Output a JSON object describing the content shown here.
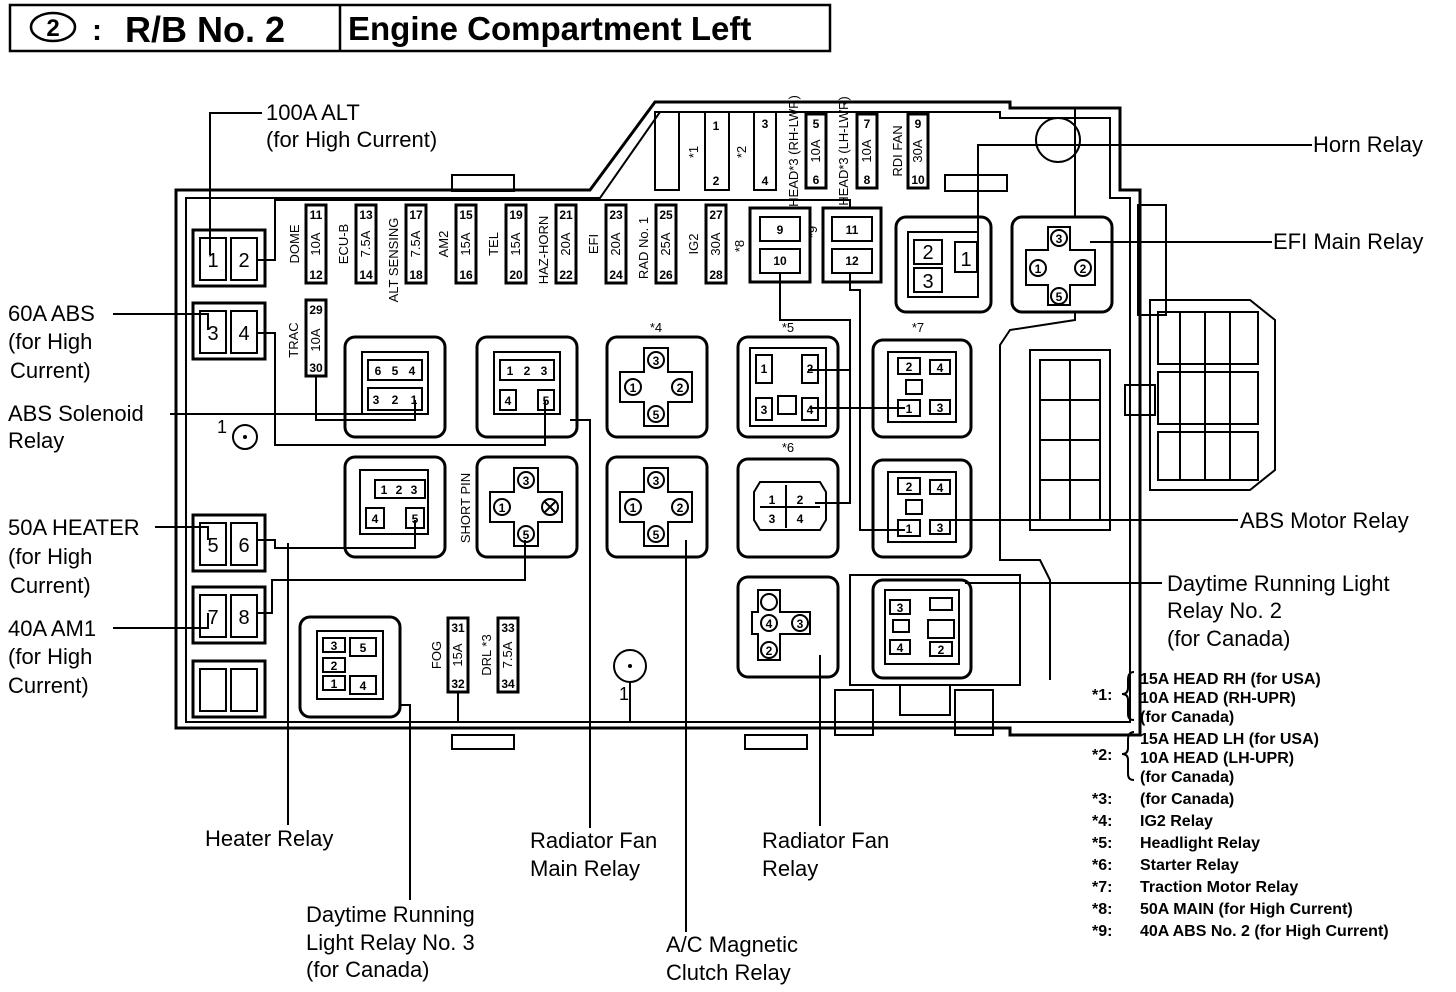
{
  "header": {
    "circle_number": "2",
    "separator": ":",
    "relay_block": "R/B No. 2",
    "location": "Engine Compartment Left"
  },
  "labels": {
    "alt_100a": [
      "100A ALT",
      "(for High Current)"
    ],
    "abs_60a": [
      "60A ABS",
      "(for High",
      "Current)"
    ],
    "abs_solenoid": [
      "ABS Solenoid",
      "Relay"
    ],
    "heater_50a": [
      "50A HEATER",
      "(for High",
      "Current)"
    ],
    "am1_40a": [
      "40A AM1",
      "(for High",
      "Current)"
    ],
    "heater_relay": "Heater Relay",
    "drl3": [
      "Daytime Running",
      "Light Relay No. 3",
      "(for Canada)"
    ],
    "rad_fan_main": [
      "Radiator Fan",
      "Main Relay"
    ],
    "ac_clutch": [
      "A/C Magnetic",
      "Clutch Relay"
    ],
    "rad_fan": [
      "Radiator Fan",
      "Relay"
    ],
    "horn_relay": "Horn Relay",
    "efi_main": "EFI Main Relay",
    "abs_motor": "ABS Motor Relay",
    "drl2": [
      "Daytime Running Light",
      "Relay No. 2",
      "(for Canada)"
    ]
  },
  "fuses": {
    "dome": {
      "name": "DOME",
      "amp": "10A",
      "top": "11",
      "bottom": "12"
    },
    "ecub": {
      "name": "ECU-B",
      "amp": "7.5A",
      "top": "13",
      "bottom": "14"
    },
    "alt_sensing": {
      "name": "ALT SENSING",
      "amp": "7.5A",
      "top": "17",
      "bottom": "18"
    },
    "am2": {
      "name": "AM2",
      "amp": "15A",
      "top": "15",
      "bottom": "16"
    },
    "tel": {
      "name": "TEL",
      "amp": "15A",
      "top": "19",
      "bottom": "20"
    },
    "haz_horn": {
      "name": "HAZ-HORN",
      "amp": "20A",
      "top": "21",
      "bottom": "22"
    },
    "efi": {
      "name": "EFI",
      "amp": "20A",
      "top": "23",
      "bottom": "24"
    },
    "rad1": {
      "name": "RAD No. 1",
      "amp": "25A",
      "top": "25",
      "bottom": "26"
    },
    "ig2": {
      "name": "IG2",
      "amp": "30A",
      "top": "27",
      "bottom": "28"
    },
    "trac": {
      "name": "TRAC",
      "amp": "10A",
      "top": "29",
      "bottom": "30"
    },
    "fog": {
      "name": "FOG",
      "amp": "15A",
      "top": "31",
      "bottom": "32"
    },
    "drl": {
      "name": "DRL *3",
      "amp": "7.5A",
      "top": "33",
      "bottom": "34"
    },
    "head_rh": {
      "name": "HEAD*3 (RH-LWR)",
      "amp": "10A",
      "top": "5",
      "bottom": "6"
    },
    "head_lh": {
      "name": "HEAD*3 (LH-LWR)",
      "amp": "10A",
      "top": "7",
      "bottom": "8"
    },
    "rdi_fan": {
      "name": "RDI FAN",
      "amp": "30A",
      "top": "9",
      "bottom": "10"
    },
    "short_pin": "SHORT PIN"
  },
  "markers": {
    "s1": "*1",
    "s2": "*2",
    "s4": "*4",
    "s5": "*5",
    "s6": "*6",
    "s7": "*7",
    "s8": "*8",
    "s9": "*9",
    "ground": "1"
  },
  "footnotes": [
    {
      "key": "*1:",
      "lines": [
        "15A HEAD RH (for USA)",
        "10A HEAD (RH-UPR)",
        "(for Canada)"
      ]
    },
    {
      "key": "*2:",
      "lines": [
        "15A HEAD LH (for USA)",
        "10A HEAD (LH-UPR)",
        "(for Canada)"
      ]
    },
    {
      "key": "*3:",
      "lines": [
        "(for Canada)"
      ]
    },
    {
      "key": "*4:",
      "lines": [
        "IG2 Relay"
      ]
    },
    {
      "key": "*5:",
      "lines": [
        "Headlight Relay"
      ]
    },
    {
      "key": "*6:",
      "lines": [
        "Starter Relay"
      ]
    },
    {
      "key": "*7:",
      "lines": [
        "Traction Motor Relay"
      ]
    },
    {
      "key": "*8:",
      "lines": [
        "50A MAIN (for High Current)"
      ]
    },
    {
      "key": "*9:",
      "lines": [
        "40A ABS No. 2 (for High Current)"
      ]
    }
  ]
}
